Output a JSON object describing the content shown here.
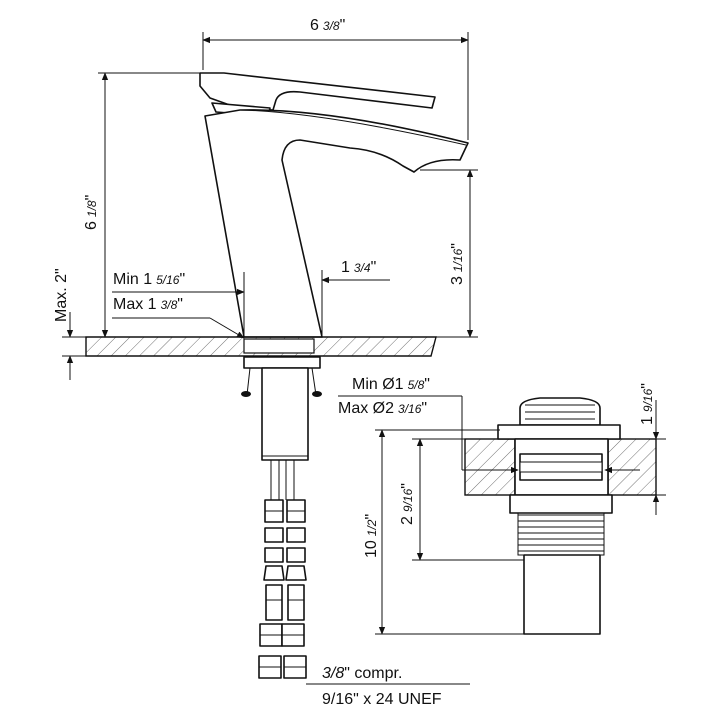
{
  "dimensions": {
    "overall_width": {
      "whole": "6",
      "frac": "3/8",
      "unit": "\""
    },
    "overall_height": {
      "whole": "6",
      "frac": "1/8",
      "unit": "\""
    },
    "spout_height": {
      "whole": "3",
      "frac": "1/16",
      "unit": "\""
    },
    "spout_reach": {
      "whole": "1",
      "frac": "3/4",
      "unit": "\""
    },
    "deck_max": "Max. 2\"",
    "hole_min": {
      "prefix": "Min 1",
      "frac": "5/16",
      "unit": "\""
    },
    "hole_max": {
      "prefix": "Max 1",
      "frac": "3/8",
      "unit": "\""
    },
    "drain_hole_min": {
      "prefix": "Min Ø1",
      "frac": "5/8",
      "unit": "\""
    },
    "drain_hole_max": {
      "prefix": "Max Ø2",
      "frac": "3/16",
      "unit": "\""
    },
    "drain_top": {
      "whole": "1",
      "frac": "9/16",
      "unit": "\""
    },
    "drain_body": {
      "whole": "2",
      "frac": "9/16",
      "unit": "\""
    },
    "drain_total": {
      "whole": "10",
      "frac": "1/2",
      "unit": "\""
    }
  },
  "connection": {
    "line1_frac": "3/8",
    "line1_rest": "\" compr.",
    "line2": "9/16\" x 24 UNEF"
  }
}
